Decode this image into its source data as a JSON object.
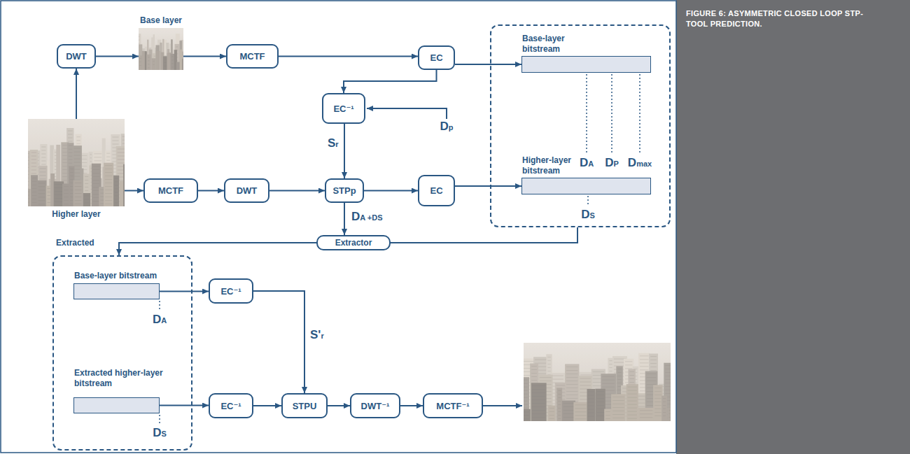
{
  "diagram": {
    "caption": "FIGURE 6: ASYMMETRIC CLOSED LOOP STP-TOOL PREDICTION.",
    "nodes": [
      {
        "text": [
          "Base layer"
        ]
      },
      {
        "text": [
          "DWT"
        ]
      },
      {
        "text": [
          "MCTF"
        ]
      },
      {
        "text": [
          "EC"
        ]
      },
      {
        "text": [
          "DA",
          "DP",
          "Dmax",
          "DS"
        ]
      },
      {
        "text": [
          "Base-layer bitstream"
        ],
        "in": 4
      },
      {
        "text": [
          "Higher-layer bitstream"
        ],
        "in": 4
      },
      {
        "text": [
          "EC⁻¹"
        ]
      },
      {
        "text": [
          "Higher layer"
        ]
      },
      {
        "text": [
          "MCTF"
        ]
      },
      {
        "text": [
          "DWT"
        ]
      },
      {
        "text": [
          "STPp"
        ]
      },
      {
        "text": [
          "EC"
        ]
      },
      {
        "text": [
          "Extractor"
        ]
      },
      {
        "text": [
          "Extracted",
          "DA",
          "DS"
        ]
      },
      {
        "text": [
          "Base-layer bitstream"
        ],
        "in": 14
      },
      {
        "text": [
          "Extracted higher-layer bitstream"
        ],
        "in": 14
      },
      {
        "text": [
          "EC⁻¹"
        ]
      },
      {
        "text": [
          "EC⁻¹"
        ]
      },
      {
        "text": [
          "STPU"
        ]
      },
      {
        "text": [
          "DWT⁻¹"
        ]
      },
      {
        "text": [
          "MCTF⁻¹"
        ]
      }
    ],
    "edges": [
      {
        "from": 8,
        "to": 1,
        "arrow": "to"
      },
      {
        "from": 1,
        "to": 0,
        "arrow": "to"
      },
      {
        "from": 0,
        "to": 2,
        "arrow": "to"
      },
      {
        "from": 2,
        "to": 3,
        "arrow": "to"
      },
      {
        "from": 3,
        "to": 5,
        "arrow": "to"
      },
      {
        "from": 3,
        "to": 7,
        "arrow": "to"
      },
      {
        "from": 7,
        "to": 11,
        "arrow": "to",
        "label": "Sr"
      },
      {
        "from": 8,
        "to": 9,
        "arrow": "to"
      },
      {
        "from": 9,
        "to": 10,
        "arrow": "to"
      },
      {
        "from": 10,
        "to": 11,
        "arrow": "to"
      },
      {
        "from": 11,
        "to": 12,
        "arrow": "to"
      },
      {
        "from": 12,
        "to": 6,
        "arrow": "to"
      },
      {
        "from": 11,
        "to": 13,
        "arrow": "to",
        "label": "DA +DS"
      },
      {
        "from": 4,
        "to": 13,
        "arrow": "none"
      },
      {
        "from": 13,
        "to": 14,
        "arrow": "to"
      },
      {
        "from": 15,
        "to": 17,
        "arrow": "to"
      },
      {
        "from": 16,
        "to": 18,
        "arrow": "to"
      },
      {
        "from": 17,
        "to": 19,
        "arrow": "to",
        "label": "S'r"
      },
      {
        "from": 18,
        "to": 19,
        "arrow": "to"
      },
      {
        "from": 19,
        "to": 20,
        "arrow": "to"
      },
      {
        "from": 20,
        "to": 21,
        "arrow": "to"
      }
    ],
    "labels": [
      "Dp"
    ]
  }
}
